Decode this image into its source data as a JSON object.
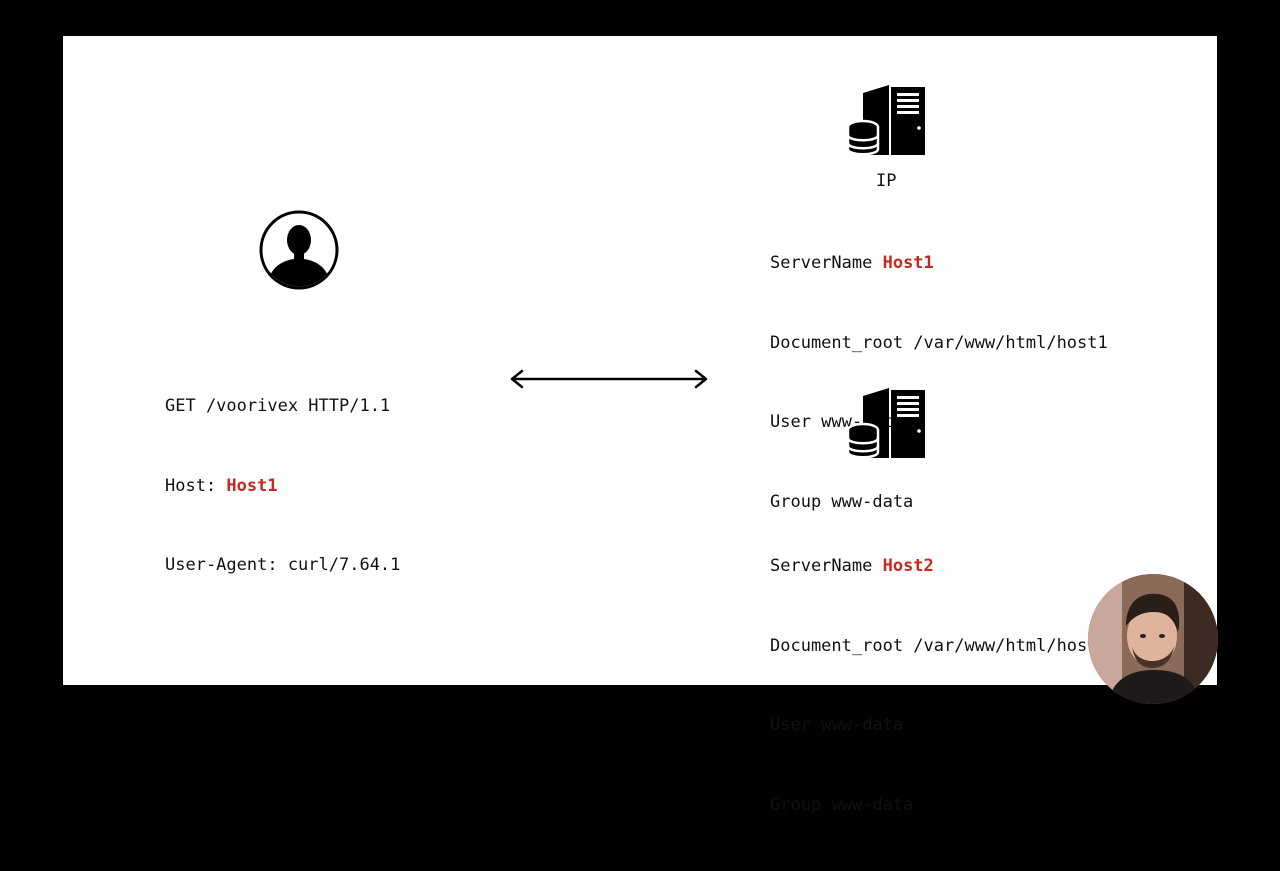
{
  "client": {
    "icon": "user-icon",
    "request_lines": [
      {
        "prefix": "GET /voorivex HTTP/1.1",
        "value": ""
      },
      {
        "prefix": "Host: ",
        "value": "Host1"
      },
      {
        "prefix": "User-Agent: curl/7.64.1",
        "value": ""
      }
    ]
  },
  "connection": {
    "icon": "double-arrow-icon"
  },
  "server1": {
    "icon": "server-database-icon",
    "ip_label": "IP",
    "servername_key": "ServerName ",
    "servername_value": "Host1",
    "document_root": "Document_root /var/www/html/host1",
    "user": "User www-data",
    "group": "Group www-data"
  },
  "server2": {
    "icon": "server-database-icon",
    "servername_key": "ServerName ",
    "servername_value": "Host2",
    "document_root": "Document_root /var/www/html/host2",
    "user": "User www-data",
    "group": "Group www-data"
  },
  "colors": {
    "highlight": "#c8281e",
    "text": "#111111",
    "slide_bg": "#ffffff",
    "frame_bg": "#000000"
  }
}
